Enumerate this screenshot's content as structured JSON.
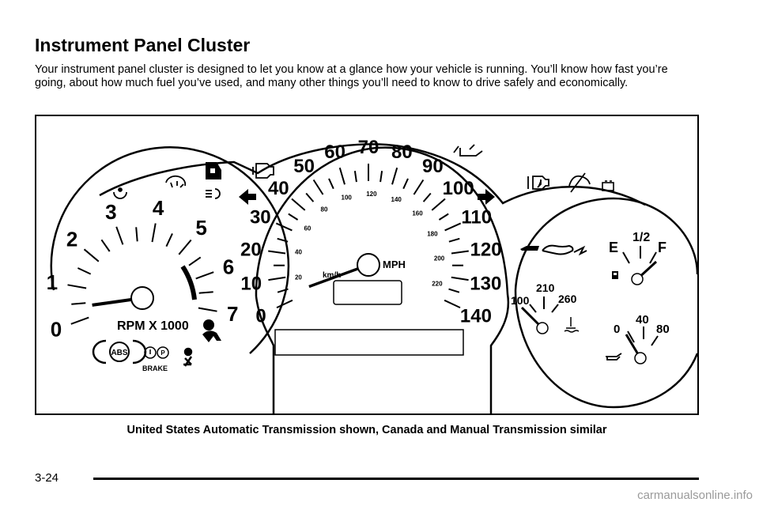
{
  "page": {
    "title": "Instrument Panel Cluster",
    "intro": "Your instrument panel cluster is designed to let you know at a glance how your vehicle is running. You’ll know how fast you’re going, about how much fuel you’ve used, and many other things you’ll need to know to drive safely and economically.",
    "caption": "United States Automatic Transmission shown, Canada and Manual Transmission similar",
    "page_number": "3-24",
    "footer_url": "carmanualsonline.info"
  },
  "cluster": {
    "tachometer": {
      "labels": [
        "0",
        "1",
        "2",
        "3",
        "4",
        "5",
        "6",
        "7"
      ],
      "unit_label": "RPM X 1000",
      "needle_value": 0.4
    },
    "speedometer": {
      "mph_labels": [
        "0",
        "10",
        "20",
        "30",
        "40",
        "50",
        "60",
        "70",
        "80",
        "90",
        "100",
        "110",
        "120",
        "130",
        "140"
      ],
      "kmh_labels": [
        "20",
        "40",
        "60",
        "80",
        "100",
        "120",
        "140",
        "160",
        "180",
        "200",
        "220"
      ],
      "mph_unit": "MPH",
      "kmh_unit": "km/h",
      "needle_value": 3
    },
    "fuel": {
      "labels": [
        "E",
        "1/2",
        "F"
      ],
      "needle_value": 0.95
    },
    "temperature": {
      "labels": [
        "100",
        "210",
        "260"
      ],
      "needle_value": 0.1
    },
    "oil_pressure": {
      "labels": [
        "0",
        "40",
        "80"
      ],
      "needle_value": 0.4
    },
    "brake_label": "BRAKE",
    "abs_label": "ABS",
    "icons": [
      "security-light-icon",
      "check-gauges-icon",
      "door-ajar-icon",
      "engine-icon",
      "headlamp-icon",
      "left-turn-signal-icon",
      "right-turn-signal-icon",
      "oil-change-icon",
      "service-engine-icon",
      "traction-off-icon",
      "battery-icon",
      "airbag-icon",
      "seatbelt-icon",
      "brake-icon",
      "abs-icon",
      "fuel-icon",
      "coolant-icon",
      "oil-can-icon",
      "ss-logo"
    ]
  }
}
